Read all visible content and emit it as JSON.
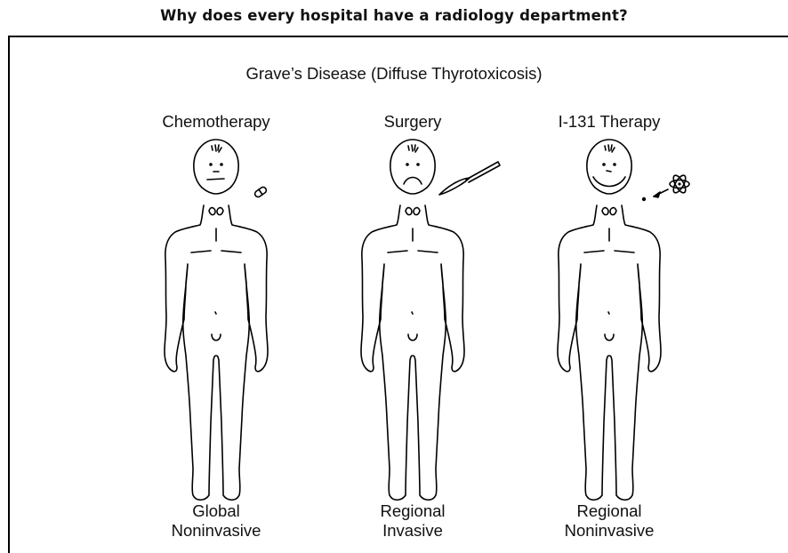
{
  "header": {
    "title": "Why does every hospital have a radiology department?"
  },
  "diagram": {
    "title": "Grave’s Disease (Diffuse Thyrotoxicosis)",
    "columns": [
      {
        "heading": "Chemotherapy",
        "scope": "Global",
        "invasiveness": "Noninvasive",
        "expression": "neutral",
        "prop": "pill-icon"
      },
      {
        "heading": "Surgery",
        "scope": "Regional",
        "invasiveness": "Invasive",
        "expression": "frown",
        "prop": "scalpel-icon"
      },
      {
        "heading": "I-131 Therapy",
        "scope": "Regional",
        "invasiveness": "Noninvasive",
        "expression": "smile",
        "prop": "atom-icon"
      }
    ]
  }
}
